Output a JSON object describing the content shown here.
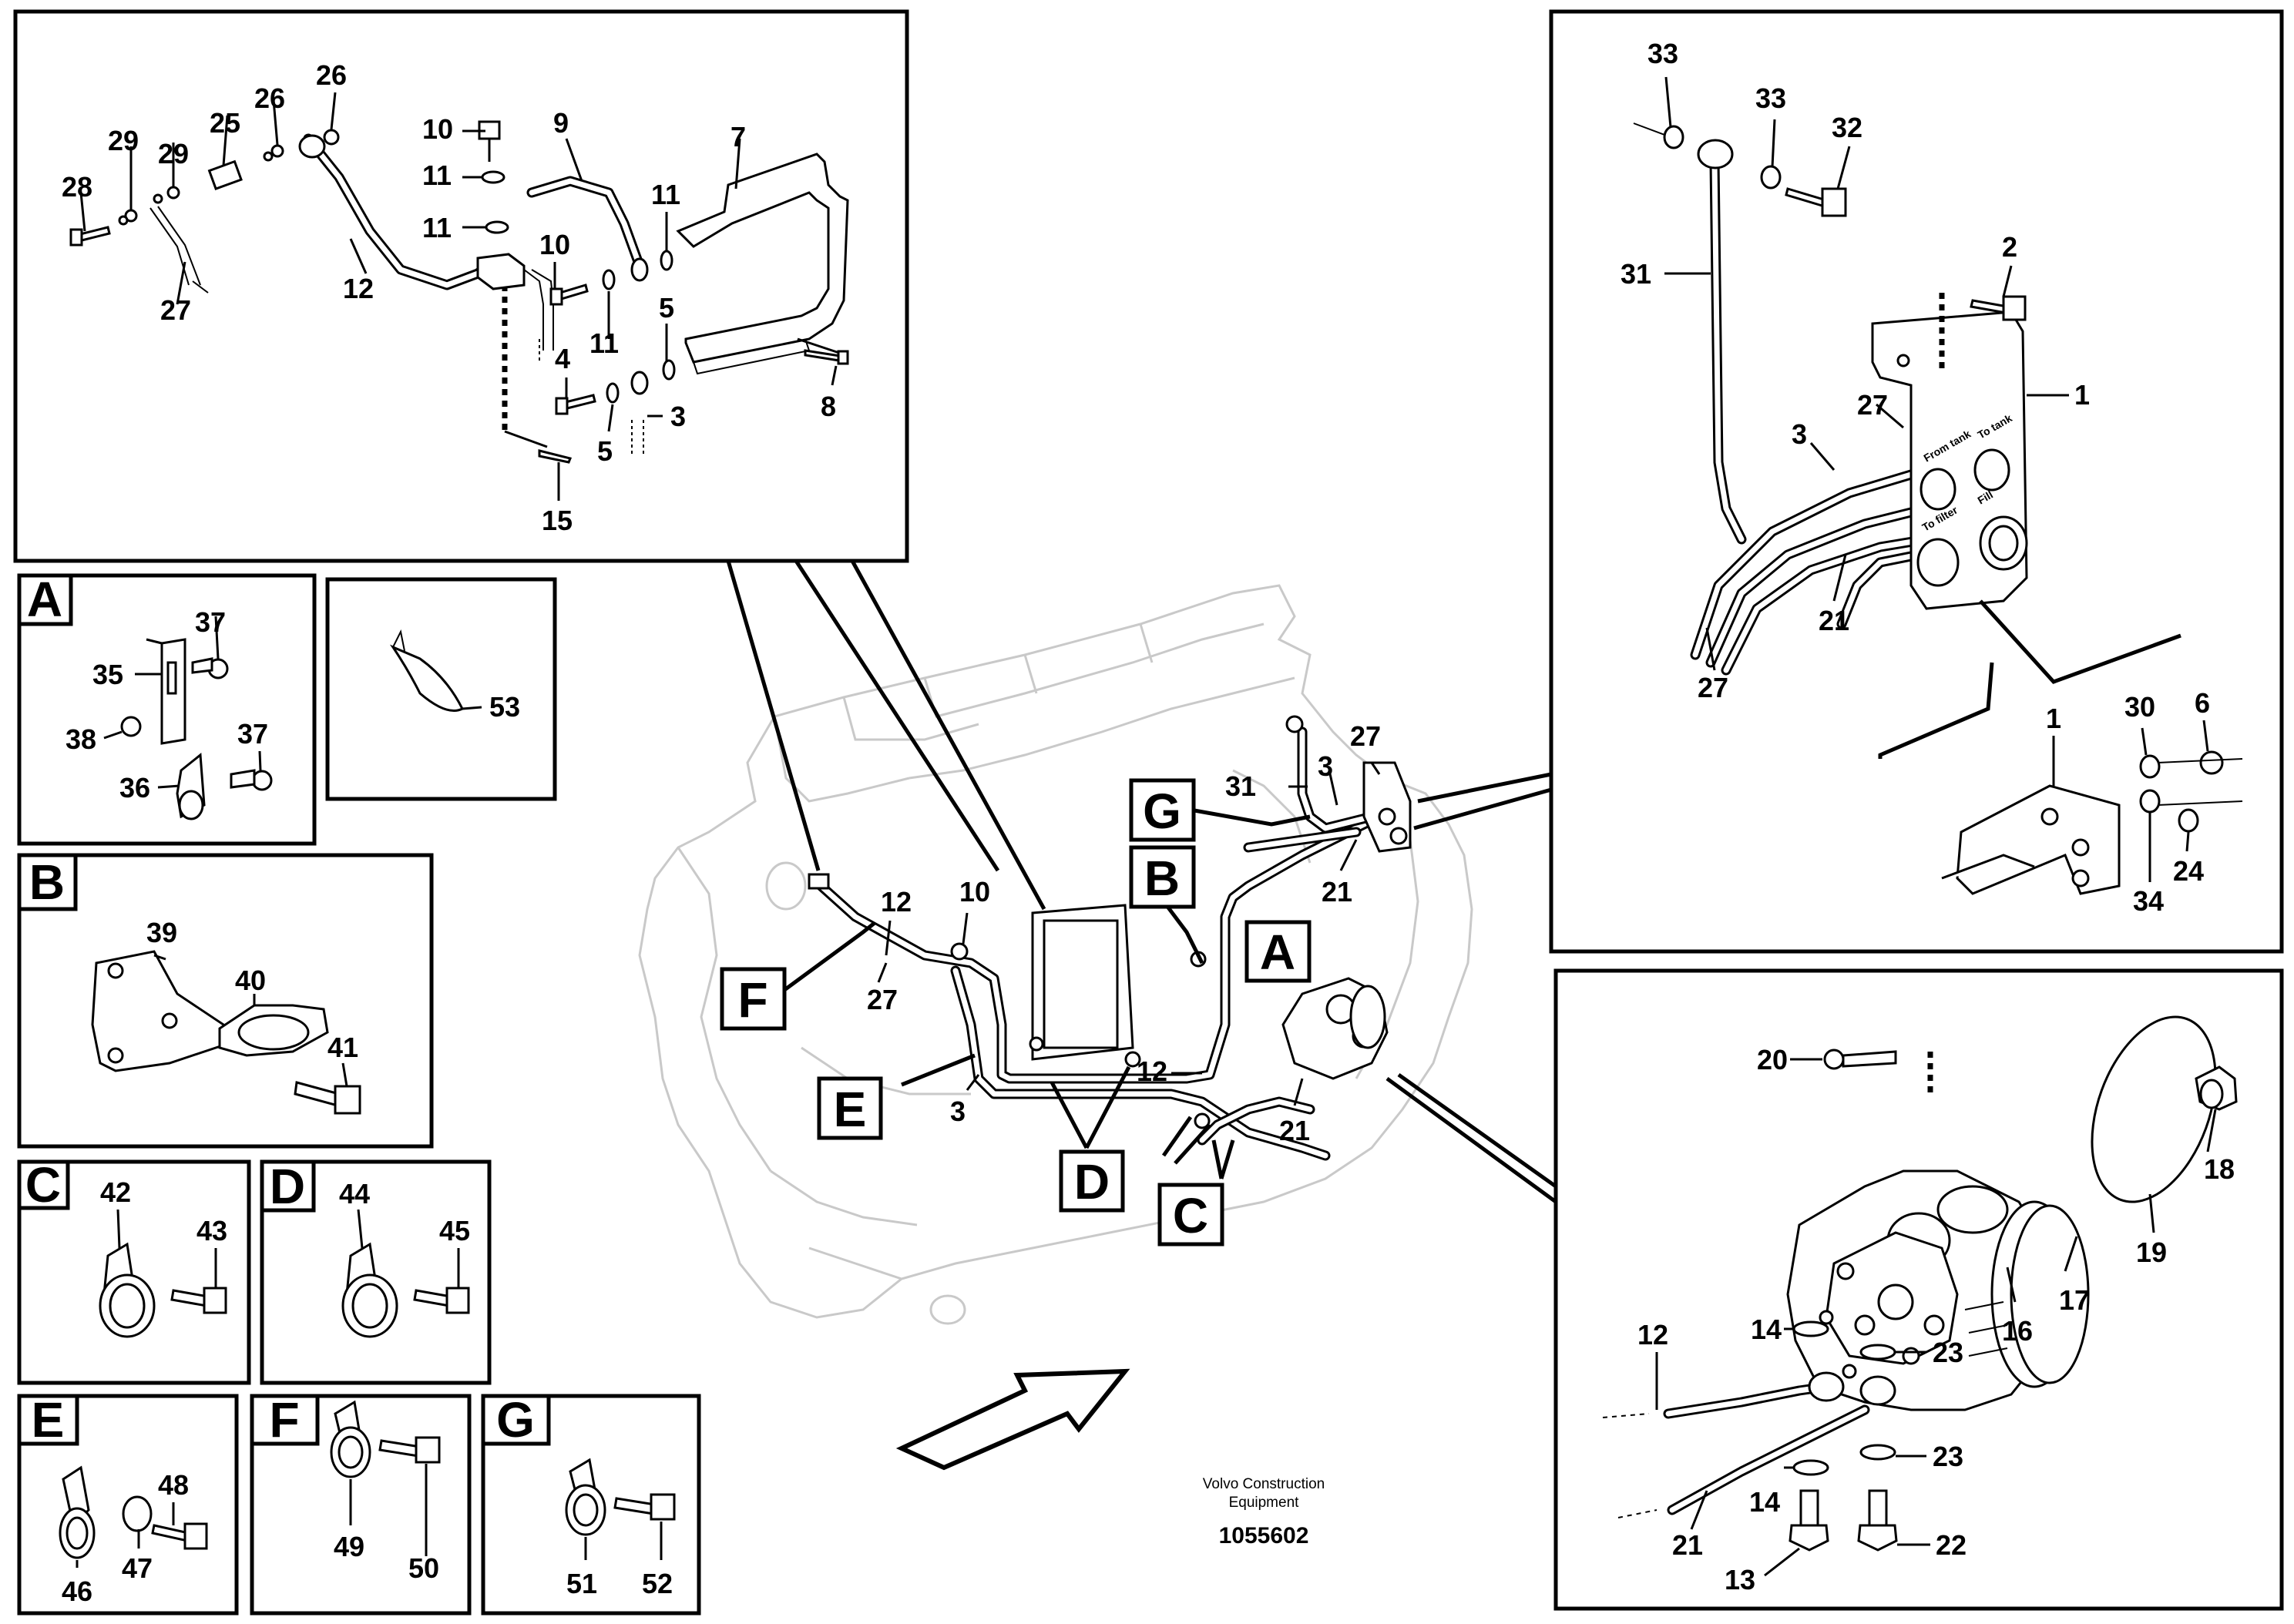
{
  "main_view": {
    "labels": [
      "31",
      "27",
      "3",
      "21",
      "12",
      "10",
      "27",
      "3",
      "12",
      "21"
    ],
    "callouts": [
      "G",
      "B",
      "A",
      "F",
      "E",
      "D",
      "C"
    ]
  },
  "detail_top_left": {
    "labels": [
      "26",
      "26",
      "25",
      "29",
      "29",
      "28",
      "27",
      "10",
      "11",
      "11",
      "9",
      "7",
      "12",
      "10",
      "11",
      "11",
      "5",
      "4",
      "5",
      "3",
      "8",
      "15"
    ]
  },
  "detail_top_right": {
    "labels": [
      "33",
      "33",
      "32",
      "31",
      "2",
      "27",
      "1",
      "3",
      "21",
      "27",
      "1",
      "30",
      "6",
      "34",
      "24"
    ],
    "port_texts": [
      "From tank",
      "To tank",
      "To filter",
      "Fill"
    ]
  },
  "detail_bottom_right": {
    "labels": [
      "20",
      "18",
      "19",
      "17",
      "16",
      "12",
      "14",
      "23",
      "23",
      "14",
      "21",
      "13",
      "22"
    ]
  },
  "kits": [
    {
      "letter": "A",
      "labels": [
        "37",
        "35",
        "38",
        "37",
        "36"
      ]
    },
    {
      "letter": "",
      "labels": [
        "53"
      ]
    },
    {
      "letter": "B",
      "labels": [
        "39",
        "40",
        "41"
      ]
    },
    {
      "letter": "C",
      "labels": [
        "42",
        "43"
      ]
    },
    {
      "letter": "D",
      "labels": [
        "44",
        "45"
      ]
    },
    {
      "letter": "E",
      "labels": [
        "48",
        "47",
        "46"
      ]
    },
    {
      "letter": "F",
      "labels": [
        "49",
        "50"
      ]
    },
    {
      "letter": "G",
      "labels": [
        "51",
        "52"
      ]
    }
  ],
  "footer": {
    "company_line1": "Volvo Construction",
    "company_line2": "Equipment",
    "doc_number": "1055602"
  }
}
